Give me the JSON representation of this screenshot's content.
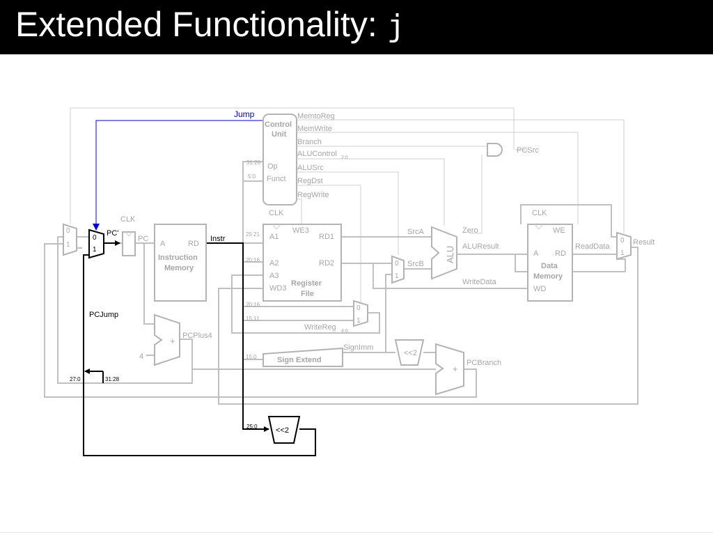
{
  "slide": {
    "title_prefix": "Extended Functionality: ",
    "title_code": "j"
  },
  "control_unit": {
    "name_line1": "Control",
    "name_line2": "Unit",
    "op": "Op",
    "funct": "Funct",
    "op_bits": "31:26",
    "funct_bits": "5:0",
    "signals": [
      "MemtoReg",
      "MemWrite",
      "Branch",
      "ALUControl",
      "ALUSrc",
      "RegDst",
      "RegWrite"
    ],
    "alucontrol_bits": "2:0",
    "jump": "Jump",
    "pcsrc": "PCSrc"
  },
  "datapath": {
    "clk": "CLK",
    "pc_prime": "PC'",
    "pc": "PC",
    "instr_mem": {
      "a": "A",
      "rd": "RD",
      "line1": "Instruction",
      "line2": "Memory"
    },
    "instr": "Instr",
    "pcplus4": "PCPlus4",
    "four": "4",
    "plus": "+",
    "reg_file": {
      "we3": "WE3",
      "a1": "A1",
      "a2": "A2",
      "a3": "A3",
      "wd3": "WD3",
      "rd1": "RD1",
      "rd2": "RD2",
      "line1": "Register",
      "line2": "File"
    },
    "a1_bits": "25:21",
    "a2_bits": "20:16",
    "rt_bits": "20:16",
    "rd_bits": "15:11",
    "imm_bits": "15:0",
    "writereg": "WriteReg",
    "writereg_bits": "4:0",
    "sign_extend": "Sign Extend",
    "signimm": "SignImm",
    "shift2": "<<2",
    "pcbranch": "PCBranch",
    "srca": "SrcA",
    "srcb": "SrcB",
    "alu": "ALU",
    "zero": "Zero",
    "aluresult": "ALUResult",
    "writedata": "WriteData",
    "data_mem": {
      "we": "WE",
      "a": "A",
      "rd": "RD",
      "wd": "WD",
      "line1": "Data",
      "line2": "Memory"
    },
    "readdata": "ReadData",
    "result": "Result",
    "mux0": "0",
    "mux1": "1"
  },
  "jump_path": {
    "pcjump": "PCJump",
    "bits_27_0": "27:0",
    "bits_31_28": "31:28",
    "bits_25_0": "25:0",
    "shift2": "<<2"
  },
  "colors": {
    "background_title": "#000000",
    "title_text": "#ffffff",
    "inactive": "#a6a6a6",
    "highlight": "#000000",
    "jump_signal": "#0000cc"
  }
}
